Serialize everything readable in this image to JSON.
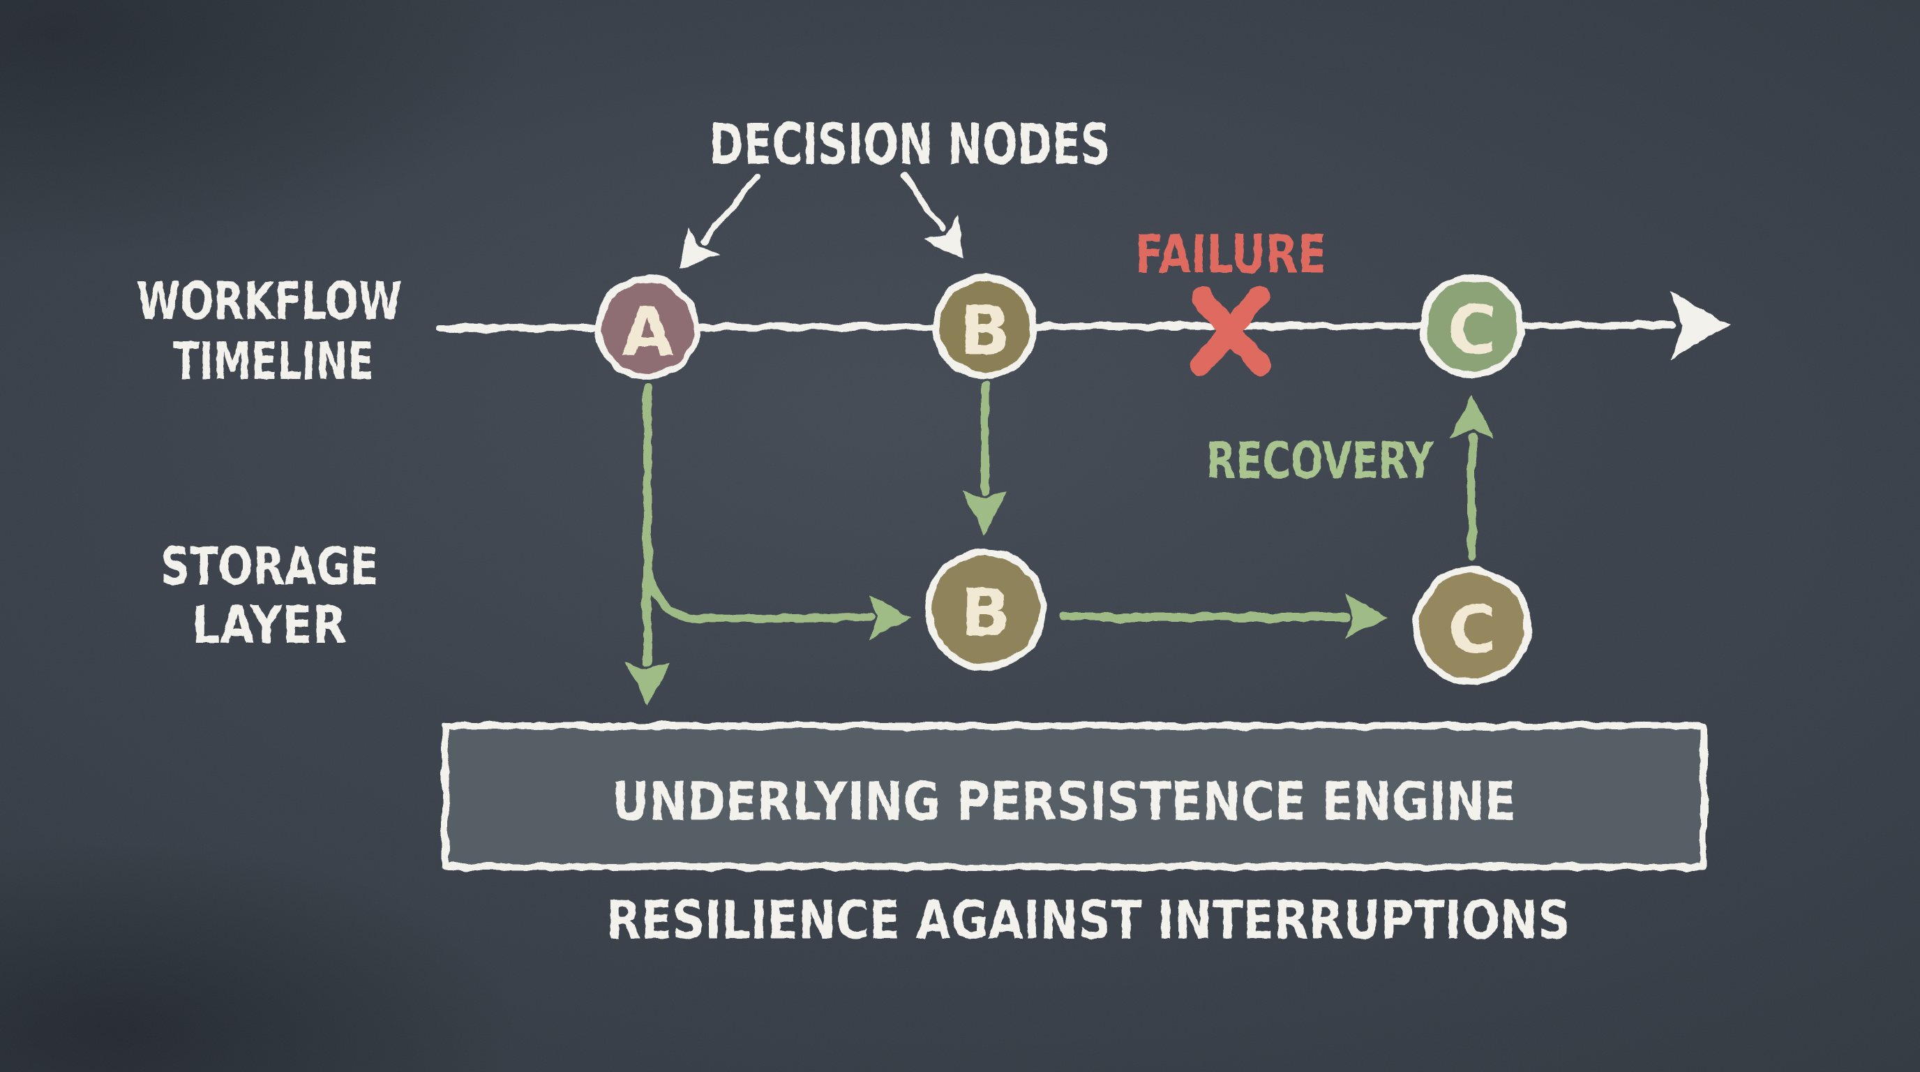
{
  "title": {
    "text": "DECISION NODES"
  },
  "axis_labels": {
    "workflow_line1": "WORKFLOW",
    "workflow_line2": "TIMELINE",
    "storage_line1": "STORAGE",
    "storage_line2": "LAYER"
  },
  "annotations": {
    "failure": "FAILURE",
    "recovery": "RECOVERY"
  },
  "nodes": {
    "timeline_a": {
      "label": "A",
      "fill": "#8e6e72"
    },
    "timeline_b": {
      "label": "B",
      "fill": "#8a7f55"
    },
    "timeline_c": {
      "label": "C",
      "fill": "#8ba377"
    },
    "storage_b": {
      "label": "B",
      "fill": "#8f835c"
    },
    "storage_c": {
      "label": "C",
      "fill": "#95885e"
    }
  },
  "persistence_box": {
    "text": "UNDERLYING PERSISTENCE ENGINE",
    "fill": "#575e66"
  },
  "caption": {
    "text": "RESILIENCE AGAINST INTERRUPTIONS"
  },
  "colors": {
    "chalk": "#f2f1ec",
    "letter_cream": "#f2e9d4",
    "green_arrow": "#9fbc86",
    "recovery_green": "#a9c48e",
    "failure_red": "#df6a60",
    "board_bg": "#343b43"
  }
}
